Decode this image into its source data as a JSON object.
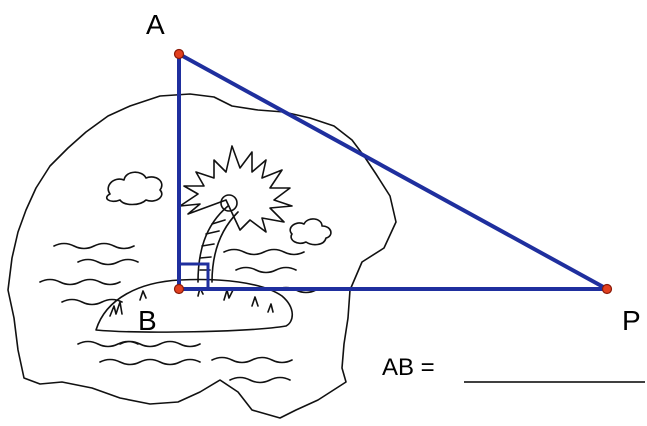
{
  "diagram": {
    "points": {
      "A": {
        "label": "A"
      },
      "B": {
        "label": "B"
      },
      "P": {
        "label": "P"
      }
    },
    "answer": {
      "label": "AB ="
    },
    "colors": {
      "triangle": "#1f2f9e",
      "vertex_fill": "#e2401f",
      "vertex_stroke": "#8a1a08",
      "sketch": "#111111"
    },
    "illustration": [
      "island-sketch",
      "palm-tree-icon",
      "cloud-icon",
      "waves-icon"
    ]
  }
}
